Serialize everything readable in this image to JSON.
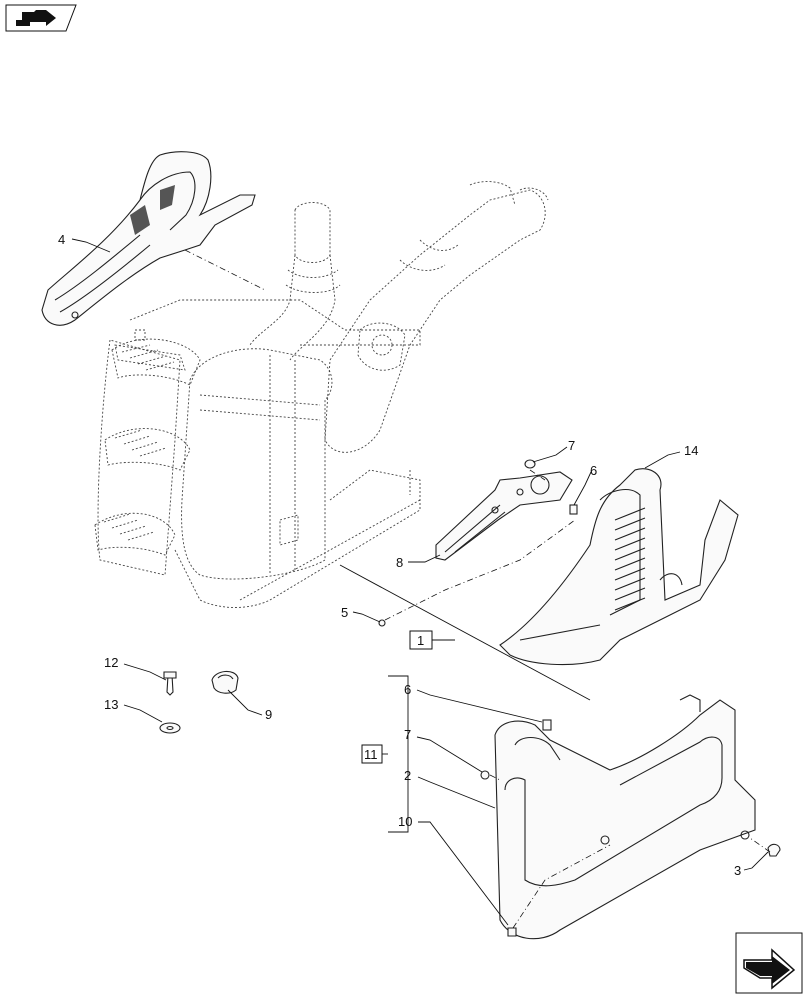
{
  "icons": {
    "top_left": "book-arrow-icon",
    "bottom_right": "next-page-arrow-icon"
  },
  "callouts": {
    "c1": "1",
    "c2": "2",
    "c3": "3",
    "c4": "4",
    "c5": "5",
    "c6a": "6",
    "c6b": "6",
    "c7a": "7",
    "c7b": "7",
    "c8": "8",
    "c9": "9",
    "c10": "10",
    "c11": "11",
    "c12": "12",
    "c13": "13",
    "c14": "14"
  }
}
